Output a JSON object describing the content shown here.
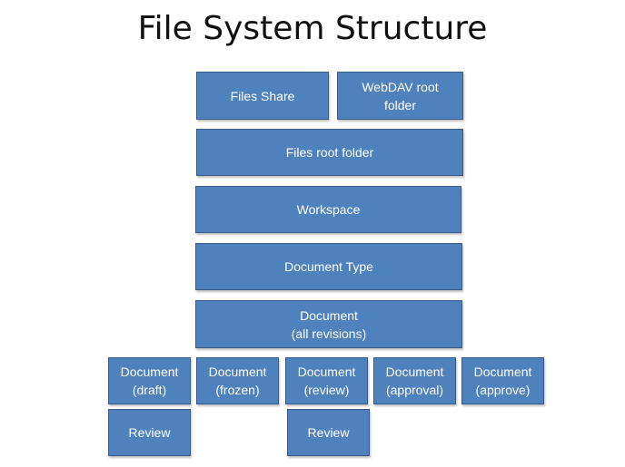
{
  "title": "File System Structure",
  "boxes": {
    "files_share": "Files Share",
    "webdav_root_folder": "WebDAV root\nfolder",
    "files_root_folder": "Files root folder",
    "workspace": "Workspace",
    "document_type": "Document Type",
    "document_all_revisions": "Document\n(all revisions)",
    "document_draft": "Document\n(draft)",
    "document_frozen": "Document\n(frozen)",
    "document_review": "Document\n(review)",
    "document_approval": "Document\n(approval)",
    "document_approve": "Document\n(approve)",
    "review_draft": "Review",
    "review_review": "Review"
  },
  "colors": {
    "box_fill": "#4f81bd",
    "box_border": "#385d8a",
    "box_text": "#ffffff",
    "title_text": "#111111"
  }
}
